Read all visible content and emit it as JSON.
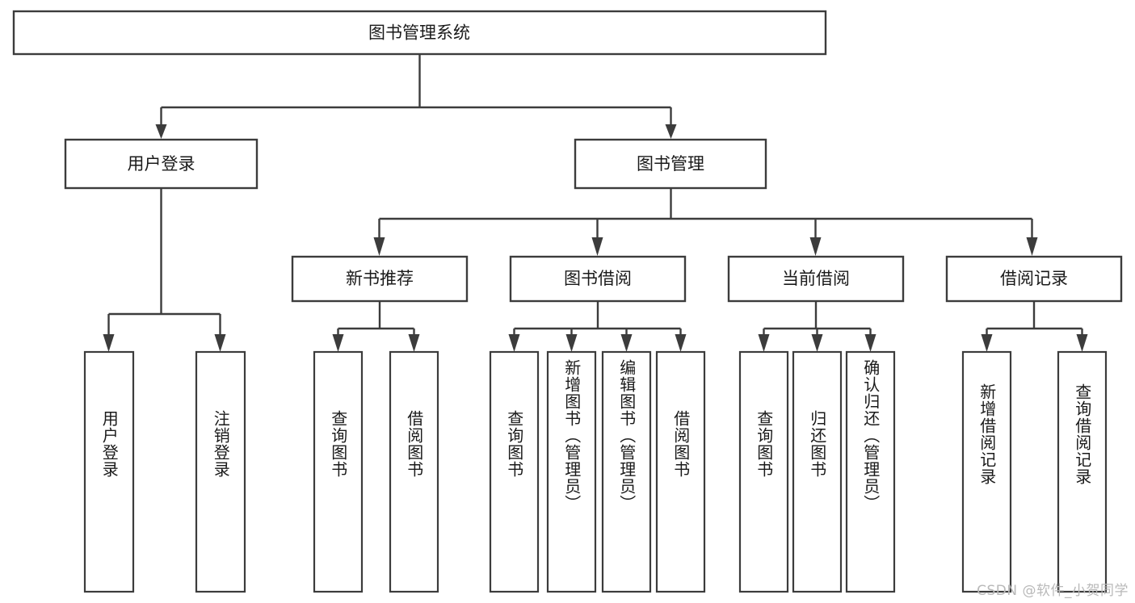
{
  "diagram": {
    "type": "tree",
    "title_node": {
      "id": "root",
      "label": "图书管理系统"
    },
    "level2": [
      {
        "id": "user-login",
        "label": "用户登录"
      },
      {
        "id": "book-manage",
        "label": "图书管理"
      }
    ],
    "level3": [
      {
        "id": "new-book-rec",
        "label": "新书推荐",
        "parent": "book-manage"
      },
      {
        "id": "book-borrow",
        "label": "图书借阅",
        "parent": "book-manage"
      },
      {
        "id": "current-borrow",
        "label": "当前借阅",
        "parent": "book-manage"
      },
      {
        "id": "borrow-record",
        "label": "借阅记录",
        "parent": "book-manage"
      }
    ],
    "leaves": [
      {
        "id": "leaf-user-login",
        "label": "用户登录",
        "parent": "user-login"
      },
      {
        "id": "leaf-user-logout",
        "label": "注销登录",
        "parent": "user-login"
      },
      {
        "id": "leaf-query-book-rec",
        "label": "查询图书",
        "parent": "new-book-rec"
      },
      {
        "id": "leaf-borrow-book-rec",
        "label": "借阅图书",
        "parent": "new-book-rec"
      },
      {
        "id": "leaf-query-book-borrow",
        "label": "查询图书",
        "parent": "book-borrow"
      },
      {
        "id": "leaf-add-book",
        "label": "新增图书（管理员）",
        "parent": "book-borrow"
      },
      {
        "id": "leaf-edit-book",
        "label": "编辑图书（管理员）",
        "parent": "book-borrow"
      },
      {
        "id": "leaf-borrow-book",
        "label": "借阅图书",
        "parent": "book-borrow"
      },
      {
        "id": "leaf-query-book-current",
        "label": "查询图书",
        "parent": "current-borrow"
      },
      {
        "id": "leaf-return-book",
        "label": "归还图书",
        "parent": "current-borrow"
      },
      {
        "id": "leaf-confirm-return",
        "label": "确认归还（管理员）",
        "parent": "current-borrow"
      },
      {
        "id": "leaf-add-record",
        "label": "新增借阅记录",
        "parent": "borrow-record"
      },
      {
        "id": "leaf-query-record",
        "label": "查询借阅记录",
        "parent": "borrow-record"
      }
    ],
    "colors": {
      "stroke": "#3c3c3c",
      "box_fill": "#ffffff",
      "text": "#1a1a1a",
      "background": "#ffffff",
      "watermark": "#b9b9b9"
    }
  },
  "watermark": {
    "text": "CSDN @软件_小贺同学"
  }
}
